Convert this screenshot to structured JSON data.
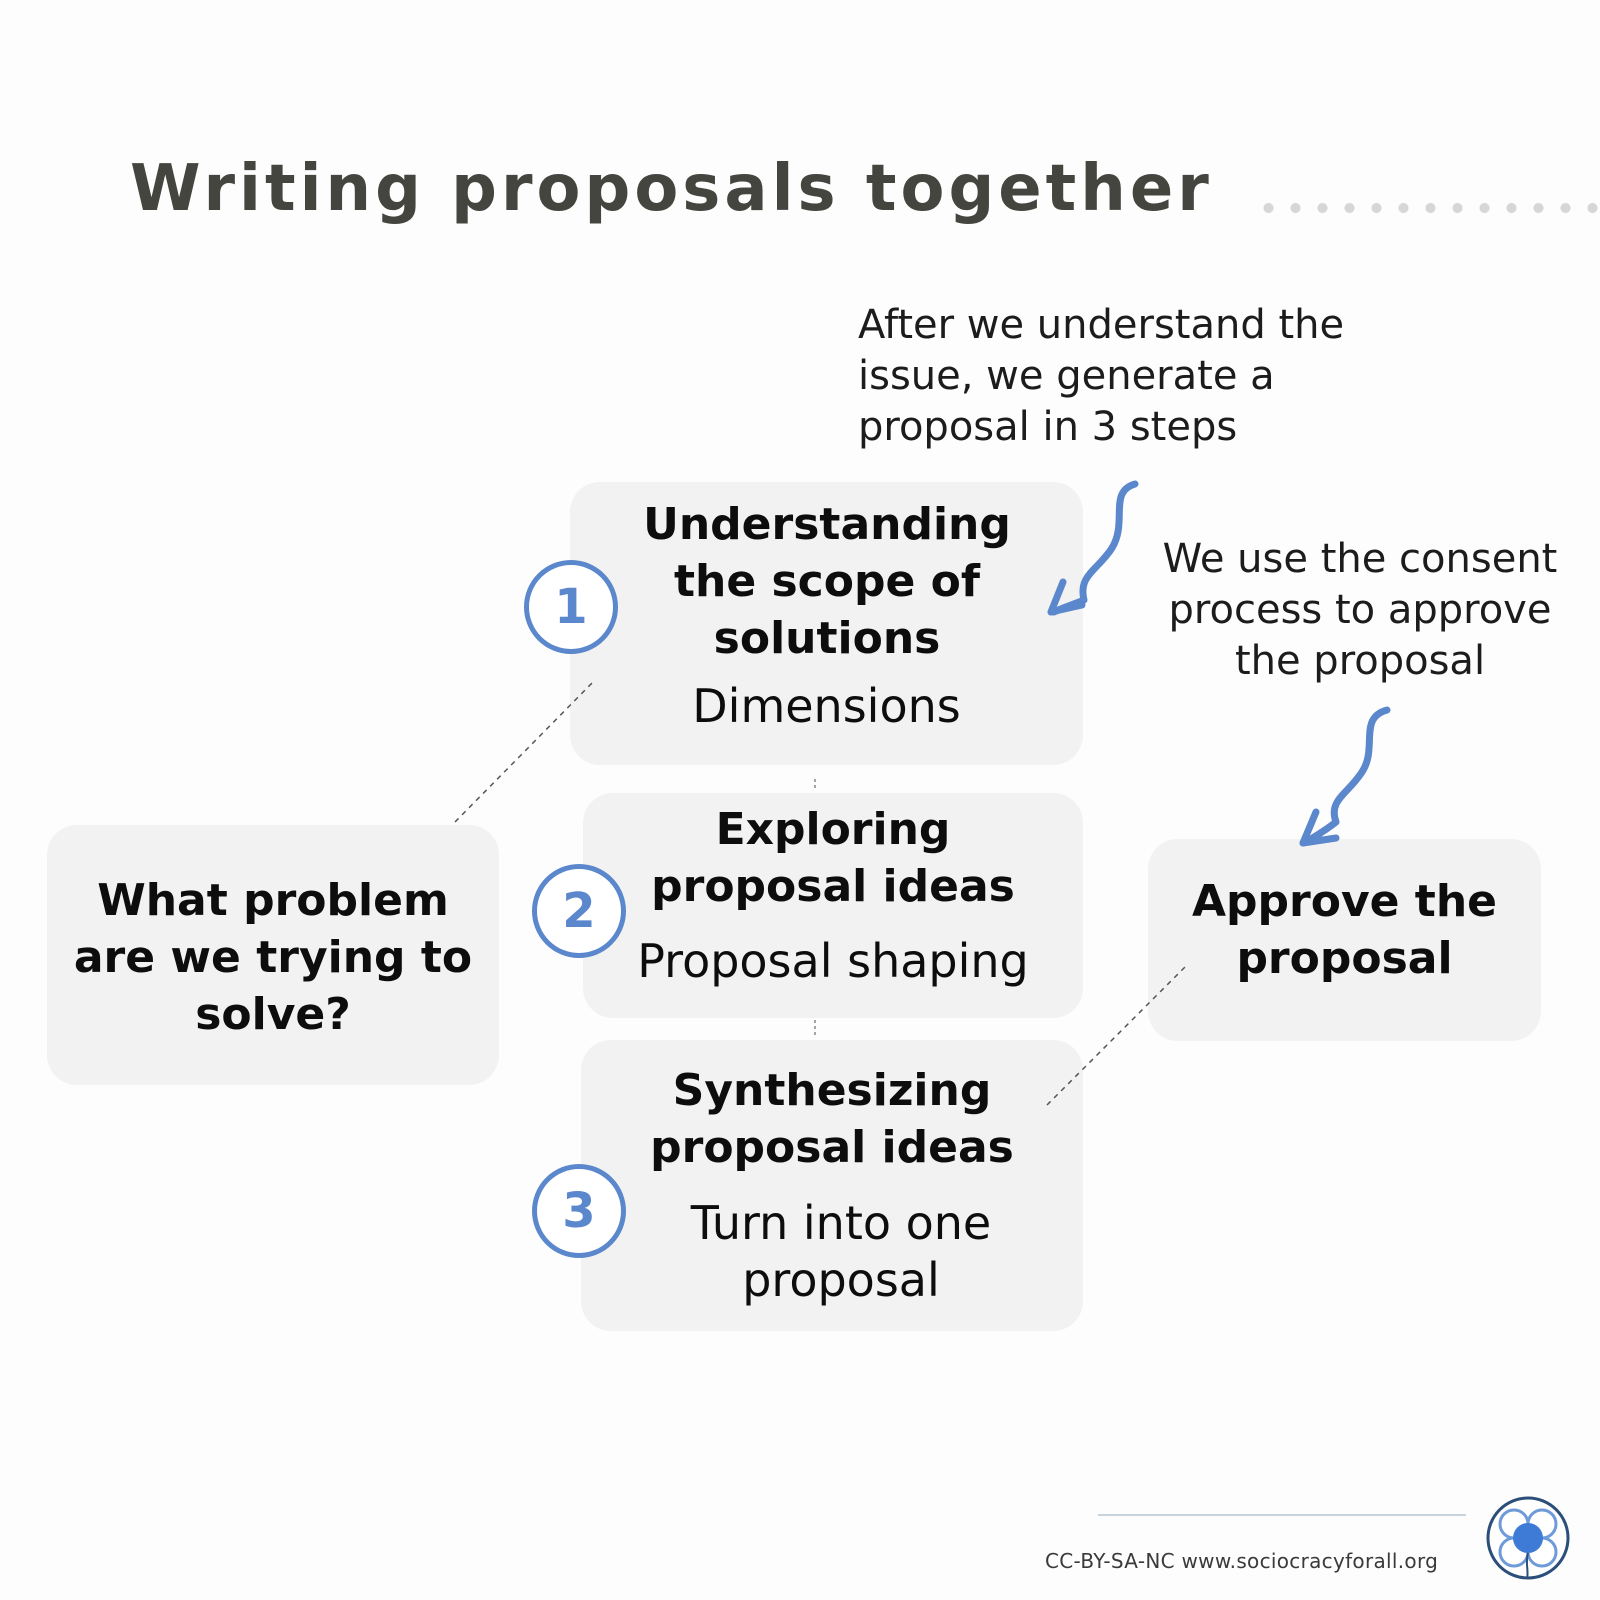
{
  "title": "Writing proposals together",
  "notes": {
    "intro": "After we understand the issue, we generate a proposal in 3 steps",
    "consent": "We use the consent process to approve the proposal"
  },
  "problem_box": {
    "text": "What problem are we trying to solve?"
  },
  "steps": [
    {
      "number": "1",
      "title": "Understanding the scope of solutions",
      "subtitle": "Dimensions"
    },
    {
      "number": "2",
      "title": "Exploring proposal ideas",
      "subtitle": "Proposal shaping"
    },
    {
      "number": "3",
      "title": "Synthesizing proposal ideas",
      "subtitle": "Turn into one proposal"
    }
  ],
  "approve_box": {
    "text": "Approve the proposal"
  },
  "footer": {
    "license": "CC-BY-SA-NC www.sociocracyforall.org"
  },
  "colors": {
    "accent": "#5b87cc",
    "box_background": "#f2f2f2",
    "title": "#454540"
  },
  "icons": {
    "logo": "sociocracy-for-all-logo-icon",
    "arrows": "squiggly-arrow-icon"
  }
}
